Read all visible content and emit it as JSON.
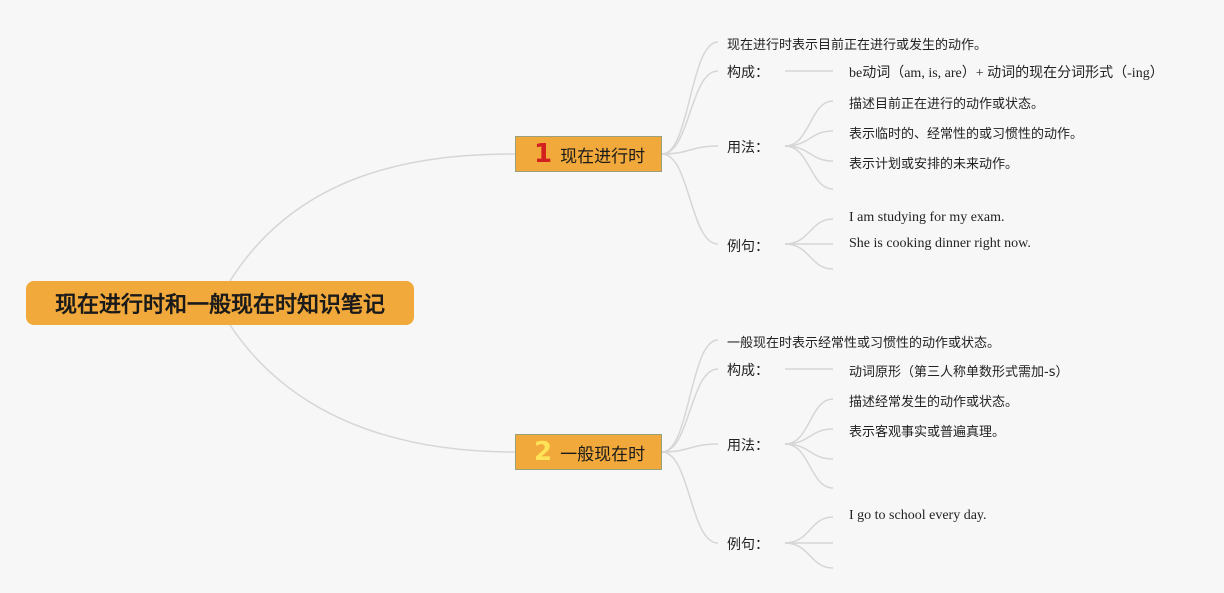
{
  "root": {
    "title": "现在进行时和一般现在时知识笔记"
  },
  "branches": [
    {
      "number": "1",
      "title": "现在进行时",
      "definition": "现在进行时表示目前正在进行或发生的动作。",
      "structure_label": "构成：",
      "structure": "be动词（am, is, are）+ 动词的现在分词形式（-ing）",
      "usage_label": "用法：",
      "usage": [
        "描述目前正在进行的动作或状态。",
        "表示临时的、经常性的或习惯性的动作。",
        "表示计划或安排的未来动作。"
      ],
      "example_label": "例句：",
      "examples": [
        "I am studying for my exam.",
        "She is cooking dinner right now."
      ]
    },
    {
      "number": "2",
      "title": "一般现在时",
      "definition": "一般现在时表示经常性或习惯性的动作或状态。",
      "structure_label": "构成：",
      "structure": "动词原形（第三人称单数形式需加-s）",
      "usage_label": "用法：",
      "usage": [
        "描述经常发生的动作或状态。",
        "表示客观事实或普遍真理。"
      ],
      "example_label": "例句：",
      "examples": [
        "I go to school every day."
      ]
    }
  ]
}
